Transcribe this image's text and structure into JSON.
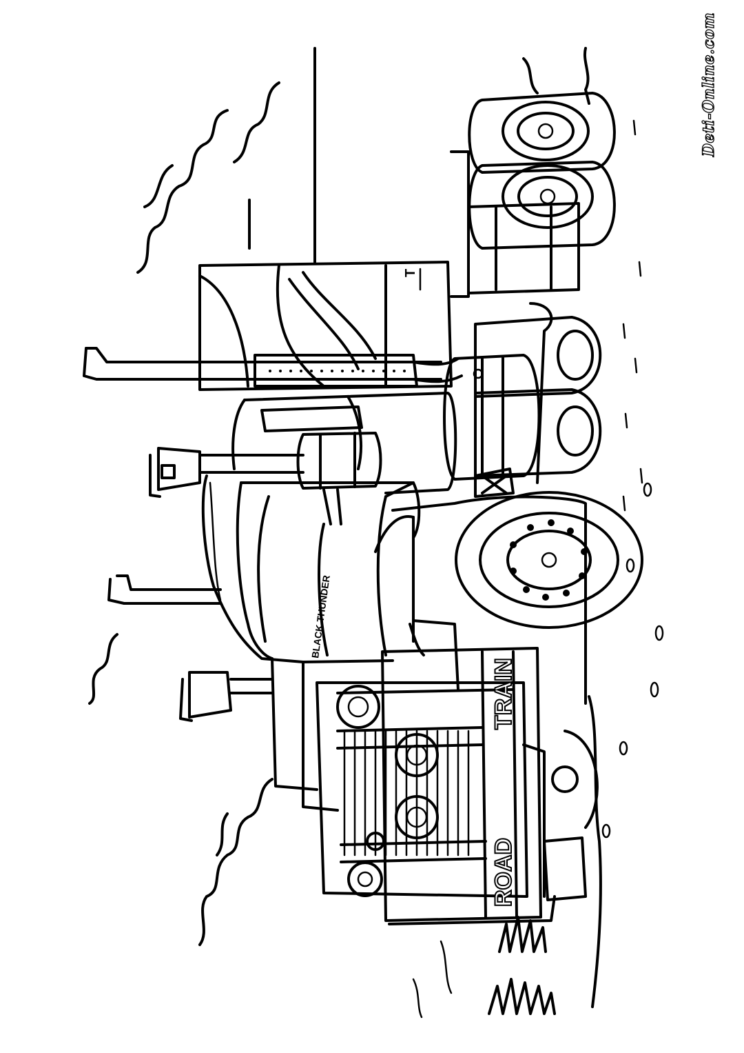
{
  "watermark": {
    "text": "Deti-Online.com"
  },
  "truck": {
    "grille_text_top": "TRAIN",
    "grille_text_bottom": "ROAD",
    "door_text": "BLACK THUNDER",
    "cab_badge": "T"
  },
  "colors": {
    "ink": "#000000",
    "paper": "#ffffff"
  },
  "icons": [
    "truck-illustration",
    "cloud-icon",
    "wheel-icon"
  ]
}
